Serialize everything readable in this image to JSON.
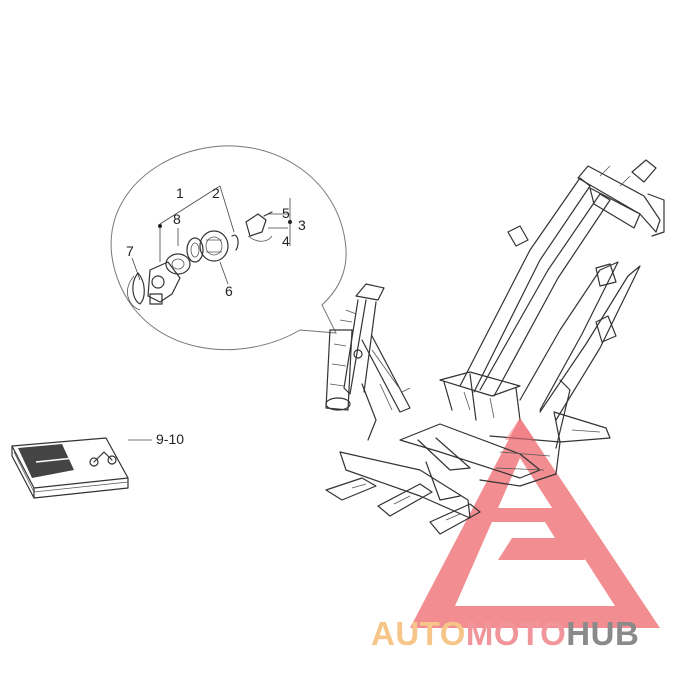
{
  "callouts": {
    "c1": "1",
    "c2": "2",
    "c3": "3",
    "c4": "4",
    "c5": "5",
    "c6": "6",
    "c7": "7",
    "c8": "8",
    "c910": "9-10"
  },
  "watermark": {
    "part1": "AUTO",
    "part2": "MOTO",
    "part3": "HUB",
    "color_auto": "#f6c58a",
    "color_moto": "#f1959a",
    "color_hub": "#8a8a8a",
    "triangle_color": "#f07a7f"
  },
  "colors": {
    "line": "#333333",
    "background": "#ffffff"
  }
}
